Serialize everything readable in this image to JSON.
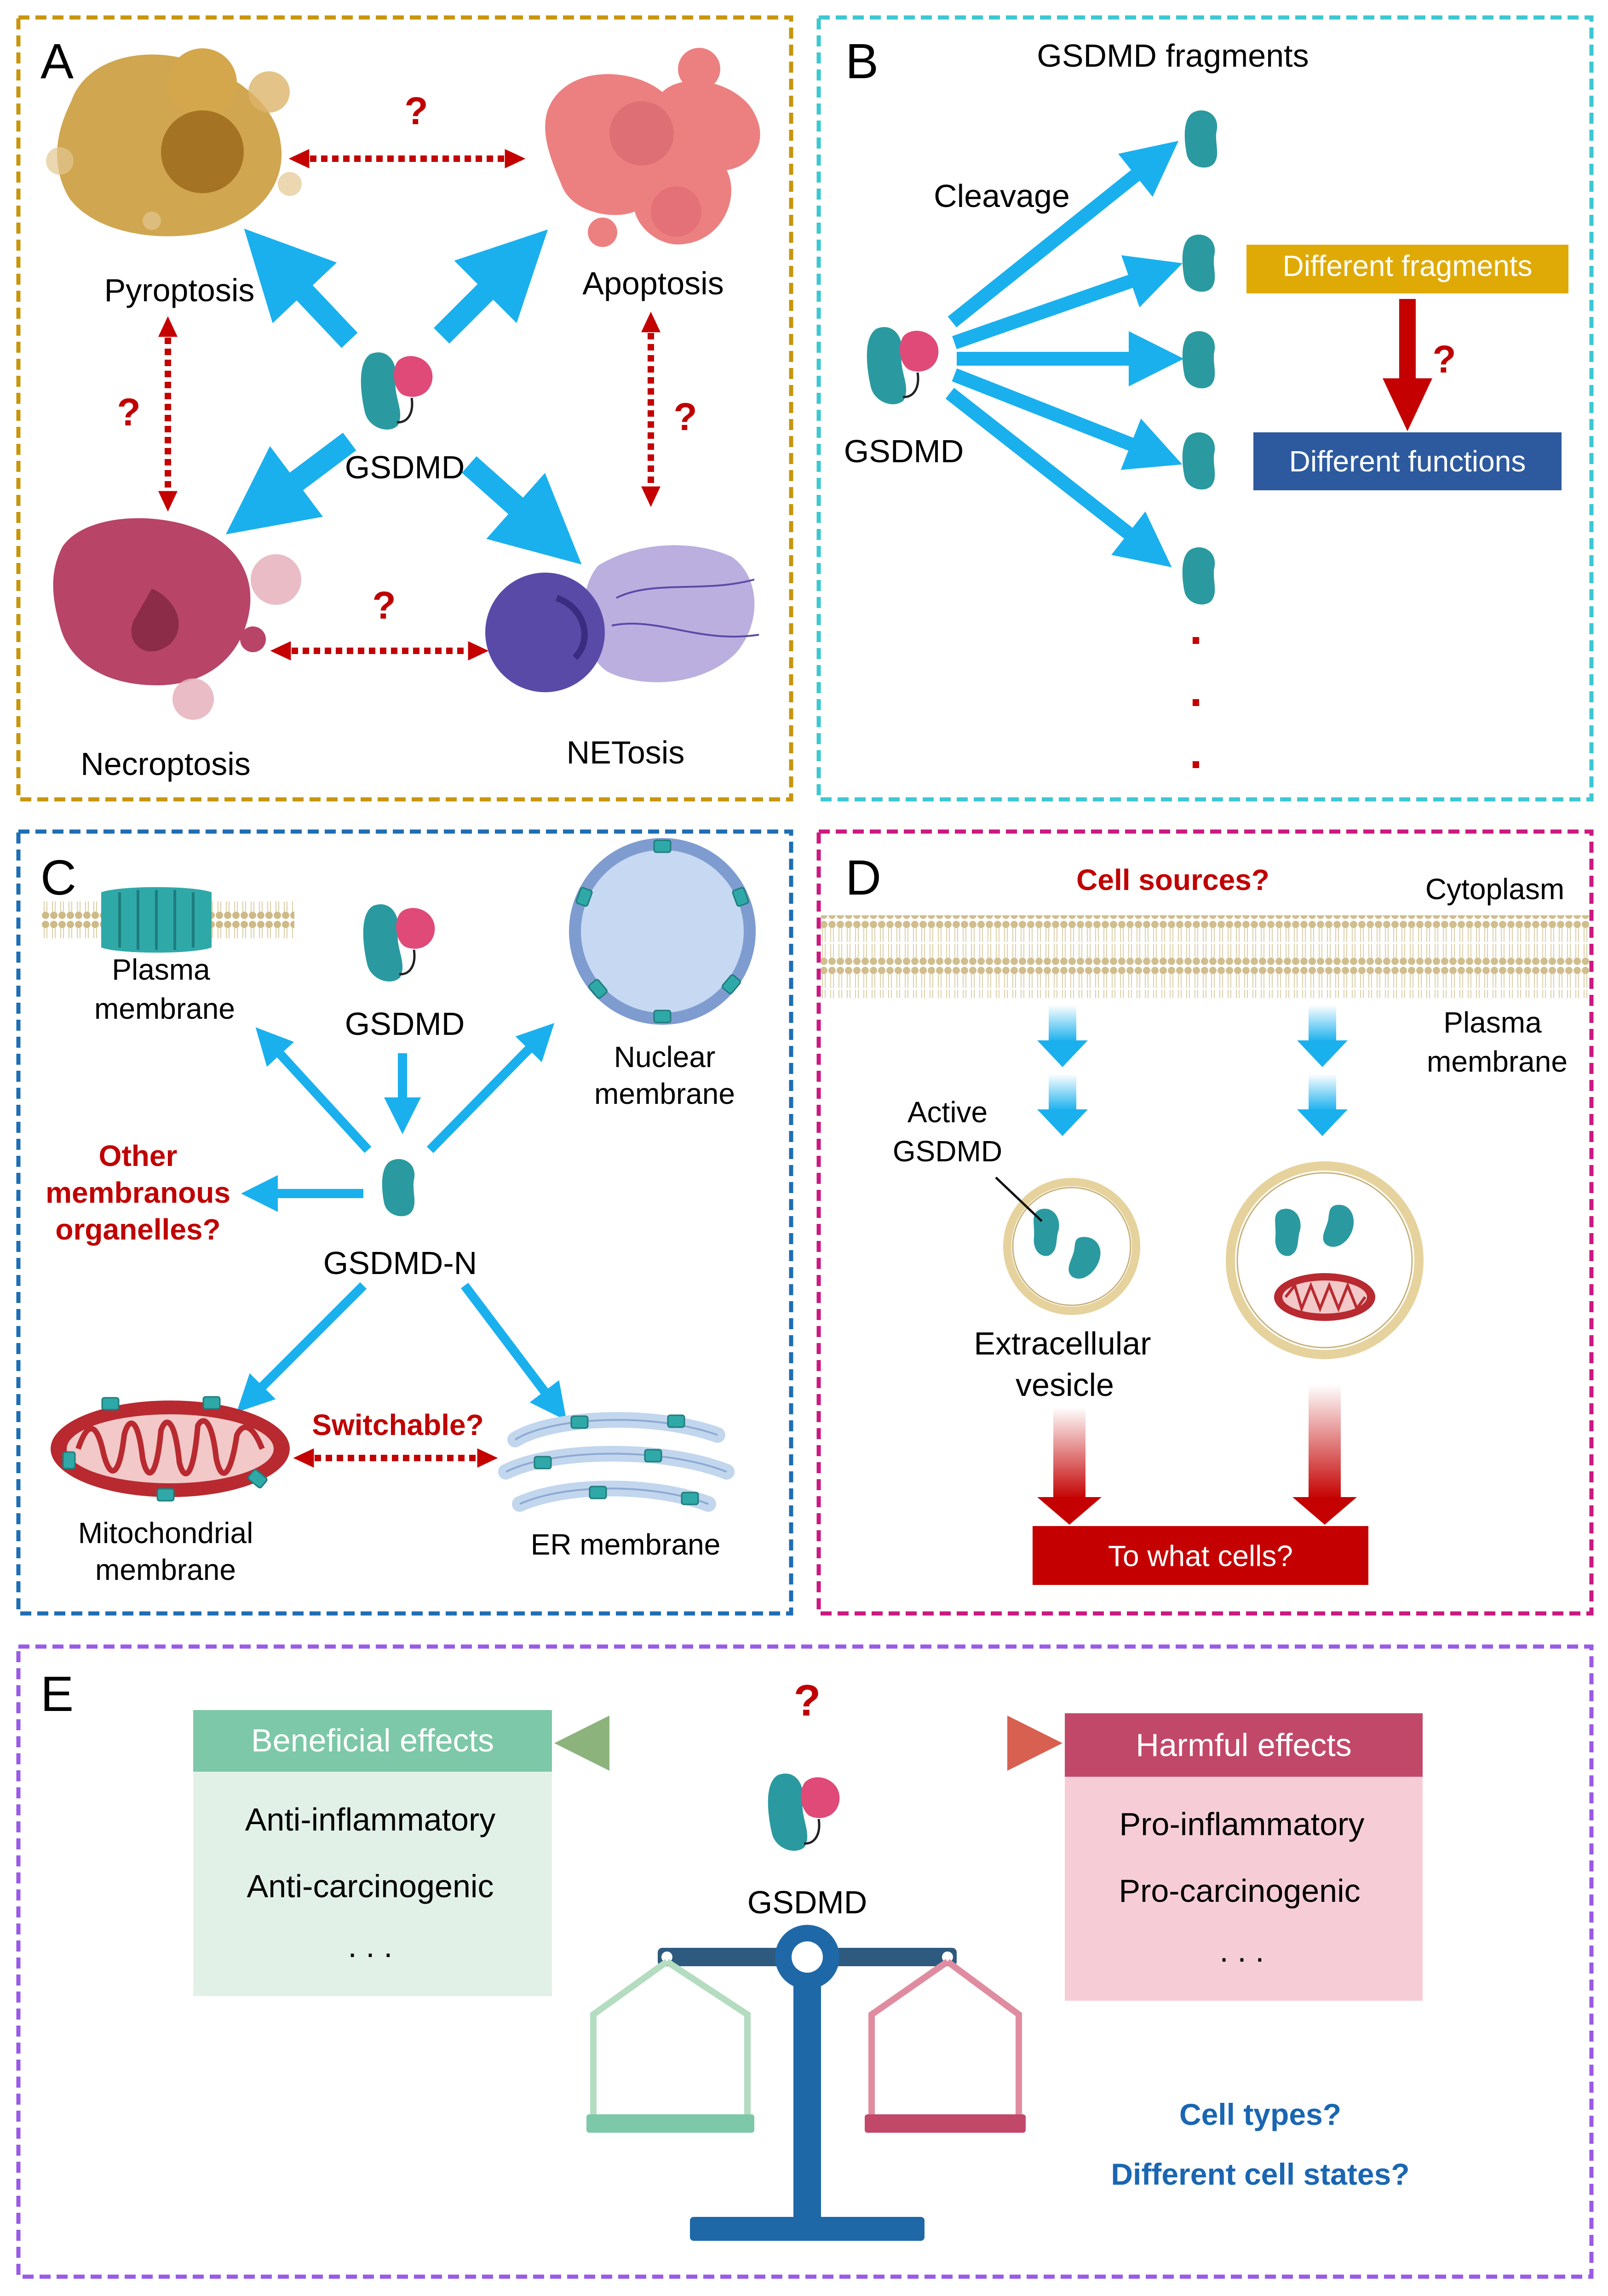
{
  "colors": {
    "panel_a_border": "#c8960c",
    "panel_b_border": "#3cc8d2",
    "panel_c_border": "#1e6eb4",
    "panel_d_border": "#cc1880",
    "panel_e_border": "#9a5ae6",
    "blue_arrow": "#1ab0ee",
    "red_arrow": "#c40000",
    "protein_teal": "#2a9aa0",
    "protein_pink": "#e04a78",
    "fragments_box": "#e0aa06",
    "functions_box": "#2d5a9e",
    "beneficial_header": "#7dc8a8",
    "beneficial_body": "#e2f1e8",
    "harmful_header": "#c2486a",
    "harmful_body": "#f6cdd6",
    "scale_blue": "#1f68a8",
    "question_text": "#c00000",
    "cell_text_blue": "#1a66b2"
  },
  "panel_a": {
    "letter": "A",
    "pyroptosis": "Pyroptosis",
    "apoptosis": "Apoptosis",
    "necroptosis": "Necroptosis",
    "netosis": "NETosis",
    "center": "GSDMD",
    "q": "?"
  },
  "panel_b": {
    "letter": "B",
    "title": "GSDMD fragments",
    "cleavage": "Cleavage",
    "gsdmd": "GSDMD",
    "fragments_box": "Different fragments",
    "functions_box": "Different functions",
    "q": "?",
    "ellipsis_dot": "."
  },
  "panel_c": {
    "letter": "C",
    "plasma_1": "Plasma",
    "plasma_2": "membrane",
    "gsdmd": "GSDMD",
    "nuclear_1": "Nuclear",
    "nuclear_2": "membrane",
    "other_1": "Other",
    "other_2": "membranous",
    "other_3": "organelles?",
    "gsdmd_n": "GSDMD-N",
    "switchable": "Switchable?",
    "mito_1": "Mitochondrial",
    "mito_2": "membrane",
    "er": "ER membrane"
  },
  "panel_d": {
    "letter": "D",
    "sources": "Cell sources?",
    "cytoplasm": "Cytoplasm",
    "plasma_1": "Plasma",
    "plasma_2": "membrane",
    "active_1": "Active",
    "active_2": "GSDMD",
    "ev_1": "Extracellular",
    "ev_2": "vesicle",
    "target": "To what cells?"
  },
  "panel_e": {
    "letter": "E",
    "q": "?",
    "beneficial": "Beneficial effects",
    "harmful": "Harmful effects",
    "ben_1": "Anti-inflammatory",
    "ben_2": "Anti-carcinogenic",
    "ben_3": ". . .",
    "harm_1": "Pro-inflammatory",
    "harm_2": "Pro-carcinogenic",
    "harm_3": ". . .",
    "gsdmd": "GSDMD",
    "cell_types": "Cell types?",
    "cell_states": "Different cell states?"
  }
}
